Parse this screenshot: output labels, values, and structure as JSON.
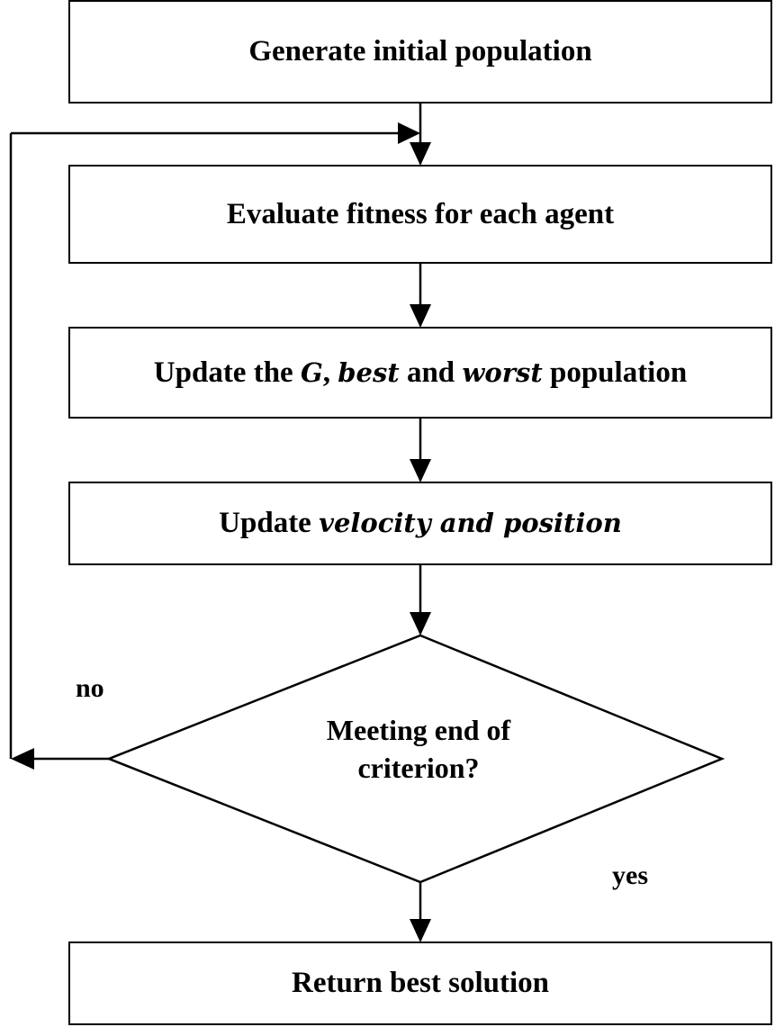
{
  "flowchart": {
    "steps": {
      "generate": "Generate initial population",
      "evaluate": "Evaluate fitness for each agent",
      "update_g_prefix": "Update the ",
      "update_g_g": "G",
      "update_g_comma": ", ",
      "update_g_best": "best",
      "update_g_and": " and ",
      "update_g_worst": "worst",
      "update_g_suffix": " population",
      "update_vp_prefix": "Update ",
      "update_vp_italic": "velocity and position",
      "return": "Return best solution"
    },
    "decision": {
      "line1": "Meeting end of",
      "line2": "criterion?"
    },
    "branch_labels": {
      "no": "no",
      "yes": "yes"
    }
  }
}
